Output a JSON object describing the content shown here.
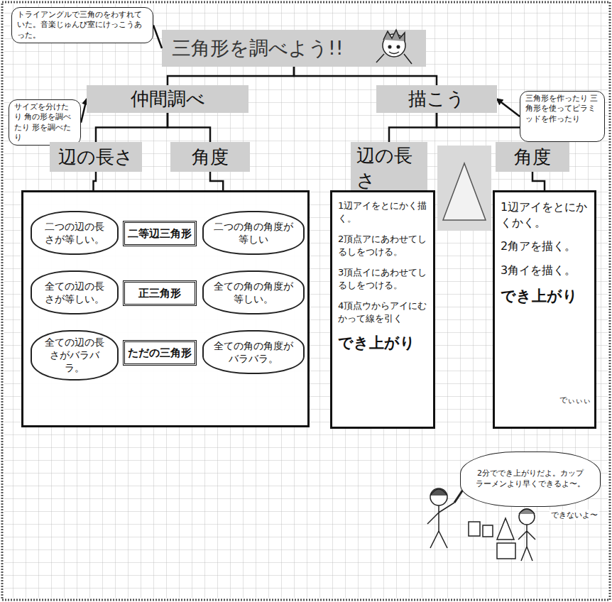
{
  "diagram": {
    "title": "三角形を調べよう!!",
    "nodes": [
      {
        "text": [
          "三角形を調べよう!!"
        ]
      },
      {
        "text": [
          "トライアングルで三角のをわすれていた。音楽じゅんび室にけっこうあった。"
        ]
      },
      {
        "text": [
          "仲間調べ"
        ]
      },
      {
        "text": [
          "描こう"
        ]
      },
      {
        "text": [
          "サイズを分けたり 角の形を調べたり 形を調べたり"
        ]
      },
      {
        "text": [
          "三角形を作ったり 三角形を使ってピラミッドを作ったり"
        ]
      },
      {
        "text": [
          "辺の長さ"
        ]
      },
      {
        "text": [
          "角度"
        ]
      },
      {
        "text": [
          "辺の長さ"
        ]
      },
      {
        "text": [
          "角度"
        ]
      },
      {
        "text": []
      },
      {
        "text": [
          "二つの辺の長さが等しい。"
        ],
        "in": 10
      },
      {
        "text": [
          "二等辺三角形"
        ],
        "in": 10
      },
      {
        "text": [
          "二つの角の角度が等しい"
        ],
        "in": 10
      },
      {
        "text": [
          "全ての辺の長さが等しい。"
        ],
        "in": 10
      },
      {
        "text": [
          "正三角形"
        ],
        "in": 10
      },
      {
        "text": [
          "全ての角の角度が等しい。"
        ],
        "in": 10
      },
      {
        "text": [
          "全ての辺の長さがバラバラ。"
        ],
        "in": 10
      },
      {
        "text": [
          "ただの三角形"
        ],
        "in": 10
      },
      {
        "text": [
          "全ての角の角度がバラバラ。"
        ],
        "in": 10
      },
      {
        "text": [
          "1辺アイをとにかく描く。",
          "2頂点アにあわせてしるしをつける。",
          "3頂点イにあわせてしるしをつける。",
          "4頂点ウからアイにむかって線を引く",
          "でき上がり"
        ]
      },
      {
        "text": [
          "1辺アイをとにかくかく。",
          "2角アを描く。",
          "3角イを描く。",
          "でき上がり"
        ]
      },
      {
        "text": [
          "2分ででき上がりだよ。カップラーメンより早くできるよ〜。"
        ]
      }
    ],
    "edges": [
      {
        "from": 0,
        "to": 2,
        "arrow": "none"
      },
      {
        "from": 0,
        "to": 3,
        "arrow": "none"
      },
      {
        "from": 1,
        "to": 0,
        "arrow": "none"
      },
      {
        "from": 4,
        "to": 2,
        "arrow": "to"
      },
      {
        "from": 5,
        "to": 3,
        "arrow": "to"
      },
      {
        "from": 2,
        "to": 6,
        "arrow": "none"
      },
      {
        "from": 2,
        "to": 7,
        "arrow": "none"
      },
      {
        "from": 3,
        "to": 8,
        "arrow": "none"
      },
      {
        "from": 3,
        "to": 9,
        "arrow": "none"
      },
      {
        "from": 6,
        "to": 10,
        "arrow": "none"
      },
      {
        "from": 7,
        "to": 10,
        "arrow": "none"
      },
      {
        "from": 8,
        "to": 20,
        "arrow": "none"
      },
      {
        "from": 9,
        "to": 21,
        "arrow": "none"
      }
    ],
    "labels": [
      "でぃぃぃ",
      "できないよ〜"
    ]
  }
}
